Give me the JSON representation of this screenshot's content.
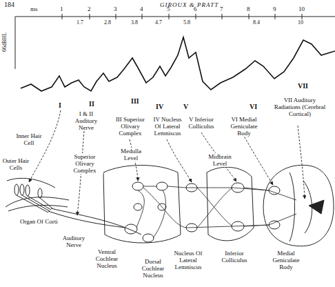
{
  "diagram": {
    "labels": [
      "184",
      "GIROUX & PRATT",
      "ms",
      "1",
      "2",
      "3",
      "4",
      "5",
      "6",
      "7",
      "8",
      "9",
      "10",
      "1.7",
      "2.8",
      "3.8",
      "4.7",
      "5.8",
      "8.4",
      "10",
      "66dBHL",
      "I",
      "II",
      "III",
      "IV",
      "V",
      "VI",
      "VII",
      "I & II Auditory Nerve",
      "III Superior Olivary Complex",
      "IV Nucleus Of Lateral Lemniscus",
      "V Inferior Colliculus",
      "VI Medial Geniculate Body",
      "VII Auditory Radiations (Cerebral Cortical)",
      "Inner Hair Cell",
      "Outer Hair Cells",
      "Organ Of Corti",
      "Superior Olivary Complex",
      "Medulla Level",
      "Midbrain Level",
      "Auditory Nerve",
      "Ventral Cochlear Nucleus",
      "Dorsal Cochlear Nucleus",
      "Nucleus Of Lateral Lemniscus",
      "Inferior Colliculus",
      "Medial Geniculate Body"
    ]
  }
}
